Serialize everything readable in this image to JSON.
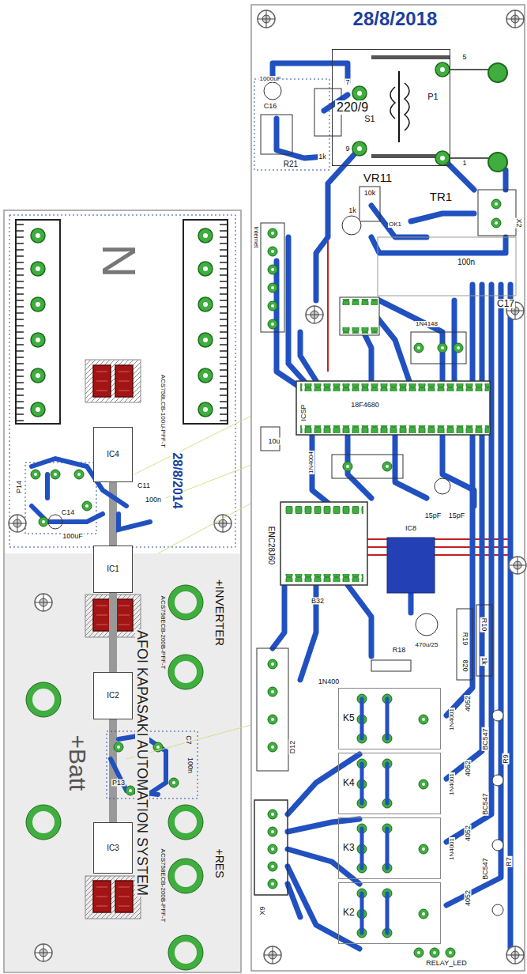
{
  "diagram": {
    "nodes": [
      {
        "text": [
          "220/9"
        ]
      },
      {
        "text": [
          "IC4"
        ]
      },
      {
        "text": [
          "IC1"
        ]
      },
      {
        "text": [
          "IC2"
        ]
      },
      {
        "text": [
          "IC3"
        ]
      },
      {
        "text": [
          "K5"
        ]
      },
      {
        "text": [
          "K4"
        ]
      },
      {
        "text": [
          "K3"
        ]
      },
      {
        "text": [
          "K2"
        ]
      }
    ],
    "labels": [
      "28/8/2018",
      "P1",
      "S1",
      "5",
      "7",
      "9",
      "1",
      "VR11",
      "TR1",
      "1000uF",
      "C16",
      "R21",
      "1k",
      "10k",
      "1k",
      "OK1",
      "X2",
      "100n",
      "C17",
      "Internet",
      "1N4148",
      "ICSP",
      "18F4680",
      "1N4004",
      "10u",
      "ENC28J60",
      "15pF",
      "15pF",
      "IC8",
      "B32",
      "470u/25",
      "1N400",
      "R18",
      "R19",
      "820",
      "R10",
      "1k",
      "D12",
      "X9",
      "4052",
      "4052",
      "4052",
      "4052",
      "BC547",
      "BC547",
      "BC547",
      "1N4001",
      "1N4001",
      "1N4001",
      "R9",
      "R7",
      "RELAY_LED",
      "N",
      "28/8/2014",
      "ACS758LCB-100U-PFF-T",
      "ACS758ECB-200B-PFF-T",
      "ACS758ECB-200B-PFF-T",
      "+INVERTER",
      "AFOI KAPASAKI AUTOMATION SYSTEM",
      "+Batt",
      "+RES",
      "C11",
      "100n",
      "P14",
      "C14",
      "100uF",
      "C7",
      "100n",
      "P13"
    ]
  }
}
